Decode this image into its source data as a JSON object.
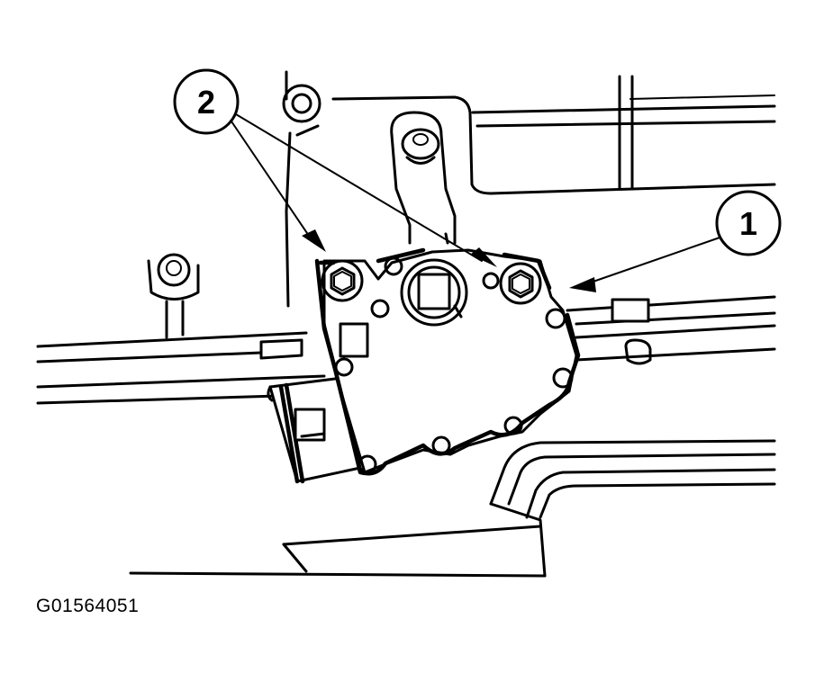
{
  "callouts": [
    {
      "label": "1"
    },
    {
      "label": "2"
    }
  ],
  "figure_id": "G01564051"
}
